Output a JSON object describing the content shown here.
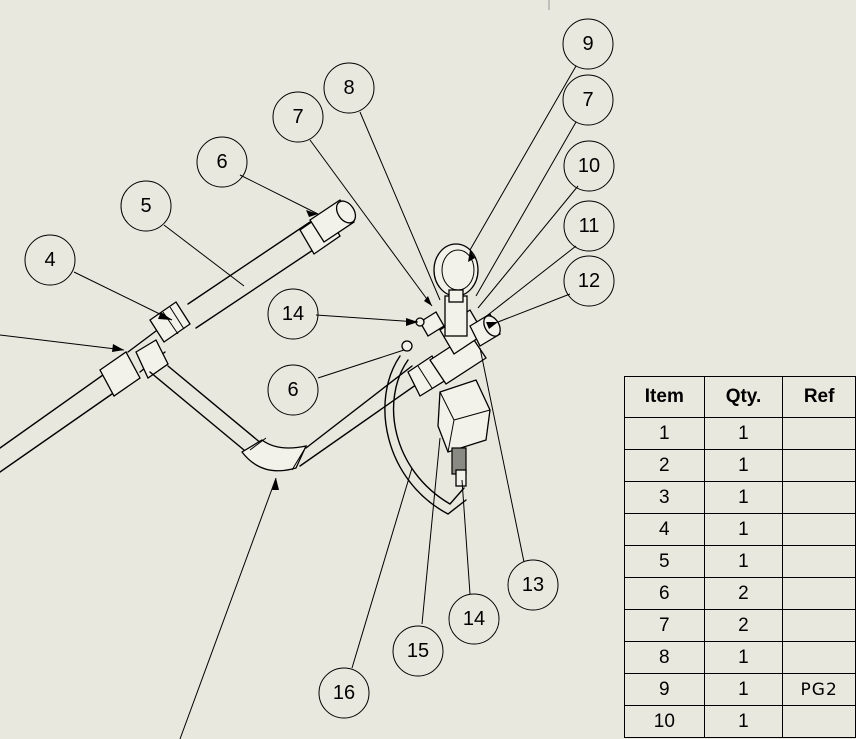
{
  "balloons": [
    {
      "label": "4"
    },
    {
      "label": "5"
    },
    {
      "label": "6"
    },
    {
      "label": "7"
    },
    {
      "label": "8"
    },
    {
      "label": "9"
    },
    {
      "label": "7"
    },
    {
      "label": "10"
    },
    {
      "label": "11"
    },
    {
      "label": "12"
    },
    {
      "label": "14"
    },
    {
      "label": "6"
    },
    {
      "label": "13"
    },
    {
      "label": "14"
    },
    {
      "label": "15"
    },
    {
      "label": "16"
    }
  ],
  "bom": {
    "headers": {
      "item": "Item",
      "qty": "Qty.",
      "ref": "Ref"
    },
    "rows": [
      {
        "item": "1",
        "qty": "1",
        "ref": ""
      },
      {
        "item": "2",
        "qty": "1",
        "ref": ""
      },
      {
        "item": "3",
        "qty": "1",
        "ref": ""
      },
      {
        "item": "4",
        "qty": "1",
        "ref": ""
      },
      {
        "item": "5",
        "qty": "1",
        "ref": ""
      },
      {
        "item": "6",
        "qty": "2",
        "ref": ""
      },
      {
        "item": "7",
        "qty": "2",
        "ref": ""
      },
      {
        "item": "8",
        "qty": "1",
        "ref": ""
      },
      {
        "item": "9",
        "qty": "1",
        "ref": "PG2"
      },
      {
        "item": "10",
        "qty": "1",
        "ref": ""
      }
    ]
  }
}
